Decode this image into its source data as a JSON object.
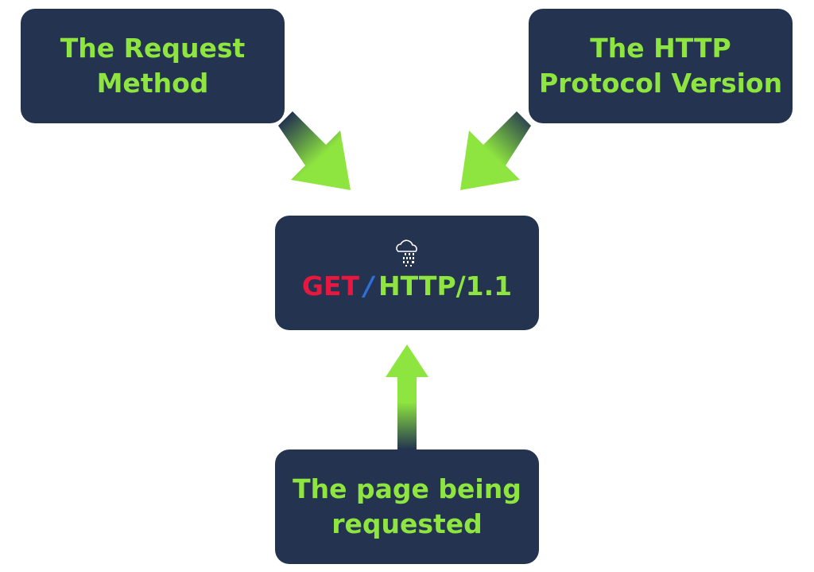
{
  "diagram": {
    "method_callout": "The Request\nMethod",
    "version_callout": "The HTTP\nProtocol Version",
    "page_callout": "The page being\nrequested",
    "request_line": {
      "method": "GET",
      "separator": "/",
      "version": "HTTP/1.1"
    },
    "icon": "cloud-data-icon",
    "colors": {
      "box_background": "#233350",
      "callout_text": "#8ee53f",
      "method_text": "#e8173f",
      "separator_text": "#2f6fd8",
      "arrow_head": "#8ee53f",
      "arrow_tail": "#233350"
    }
  }
}
